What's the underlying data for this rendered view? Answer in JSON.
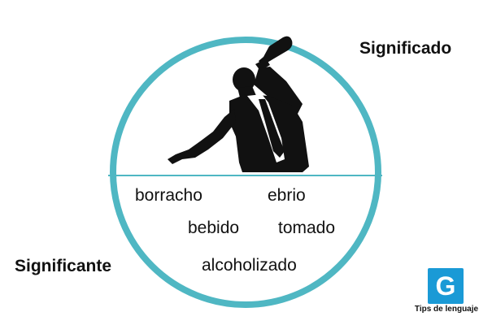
{
  "diagram": {
    "significado_label": "Significado",
    "significante_label": "Significante",
    "words": {
      "w1": "borracho",
      "w2": "ebrio",
      "w3": "bebido",
      "w4": "tomado",
      "w5": "alcoholizado"
    },
    "colors": {
      "ring": "#4fb7c3",
      "silhouette": "#111111",
      "text": "#111111"
    }
  },
  "logo": {
    "letter": "G",
    "caption": "Tips de lenguaje",
    "color": "#1a9ad6"
  }
}
